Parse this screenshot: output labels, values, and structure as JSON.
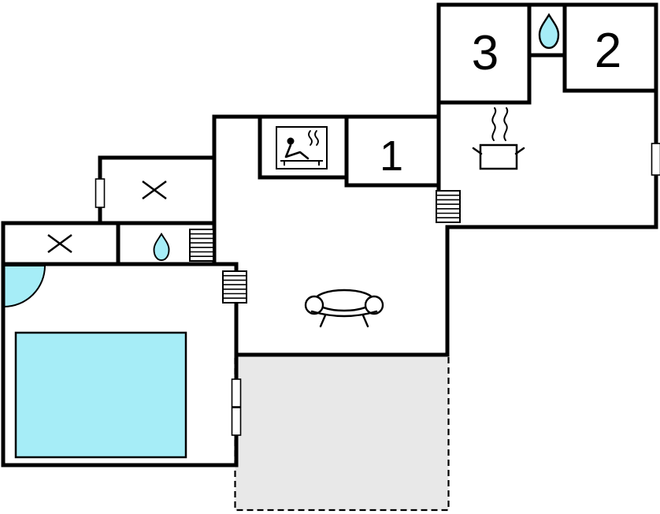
{
  "page": {
    "title": "Holiday home floor plan"
  },
  "colors": {
    "wall": "#000000",
    "water": "#a6edf7",
    "terrace": "#e8e8e8",
    "door": "#ffffff",
    "background": "#ffffff"
  },
  "rooms": {
    "room1": {
      "label": "1"
    },
    "room2": {
      "label": "2"
    },
    "room3": {
      "label": "3"
    }
  },
  "icons": {
    "bathroom_top": "water-drop-icon",
    "bathroom_left": "water-drop-icon",
    "sauna": "sauna-icon",
    "kitchen": "cooking-pot-icon",
    "living_room": "sofa-icon",
    "windows": [
      "window-cross-icon",
      "window-cross-icon"
    ],
    "stairs": [
      "stairs-icon",
      "stairs-icon",
      "stairs-icon"
    ],
    "doors": [
      "door-icon",
      "door-icon",
      "door-icon",
      "door-icon"
    ],
    "pool": "swimming-pool",
    "terrace": "terrace-area",
    "corner_bath": "corner-arc-icon"
  }
}
